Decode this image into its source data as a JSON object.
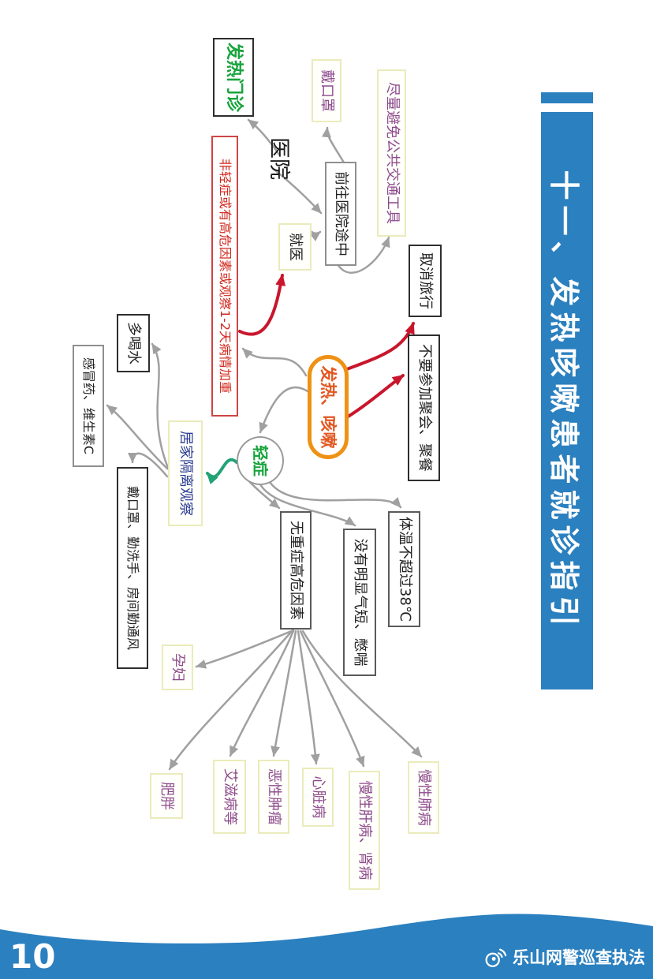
{
  "banner": {
    "title": "十一、发热咳嗽患者就诊指引"
  },
  "footer": {
    "page_number": "10",
    "watermark": "乐山网警巡查执法",
    "weibo_icon": "weibo-icon"
  },
  "colors": {
    "banner_blue": "#2b80bf",
    "footer_blue": "#2b80bf",
    "gray_arrow": "#a0a0a0",
    "red_arrow": "#c9162c",
    "green_arrow": "#21a376",
    "center_border_orange": "#ee9114",
    "center_text": "#e25822",
    "green_text": "#17a33c",
    "purple_text": "#8d4a8d",
    "navy_text": "#2c3e94",
    "red_text": "#d2281e",
    "pale_yellow_border": "#ebebbc"
  },
  "nodes": {
    "fever_clinic": {
      "label": "发热门诊"
    },
    "hospital": {
      "label": "医院"
    },
    "mask": {
      "label": "戴口罩"
    },
    "avoid_transportظ": {
      "label": ""
    },
    "avoid_transport": {
      "label": "尽量避免公共交通工具"
    },
    "enroute": {
      "label": "前往医院途中"
    },
    "seek_care": {
      "label": "就医"
    },
    "non_mild": {
      "label": "非轻症或有高危因素或观察1-2天病情加重"
    },
    "cancel_travel": {
      "label": "取消旅行"
    },
    "no_gatherings": {
      "label": "不要参加聚会、聚餐"
    },
    "fever_cough": {
      "label": "发热、咳嗽"
    },
    "mild": {
      "label": "轻症"
    },
    "home_isolation": {
      "label": "居家隔离观察"
    },
    "drink_water": {
      "label": "多喝水"
    },
    "cold_medicine": {
      "label": "感冒药、维生素C"
    },
    "mask_wash_vent": {
      "label": "戴口罩、勤洗手、房间勤通风"
    },
    "no_severe_risk": {
      "label": "无重症高危因素"
    },
    "no_breath": {
      "label": "没有明显气短、憋喘"
    },
    "temperature": {
      "label": "体温不超过38℃"
    },
    "pregnant": {
      "label": "孕妇"
    },
    "obesity": {
      "label": "肥胖"
    },
    "aids": {
      "label": "艾滋病等"
    },
    "tumor": {
      "label": "恶性肿瘤"
    },
    "heart_disease": {
      "label": "心脏病"
    },
    "liver_kidney": {
      "label": "慢性肝病、肾病"
    },
    "lung_disease": {
      "label": "慢性肺病"
    }
  }
}
